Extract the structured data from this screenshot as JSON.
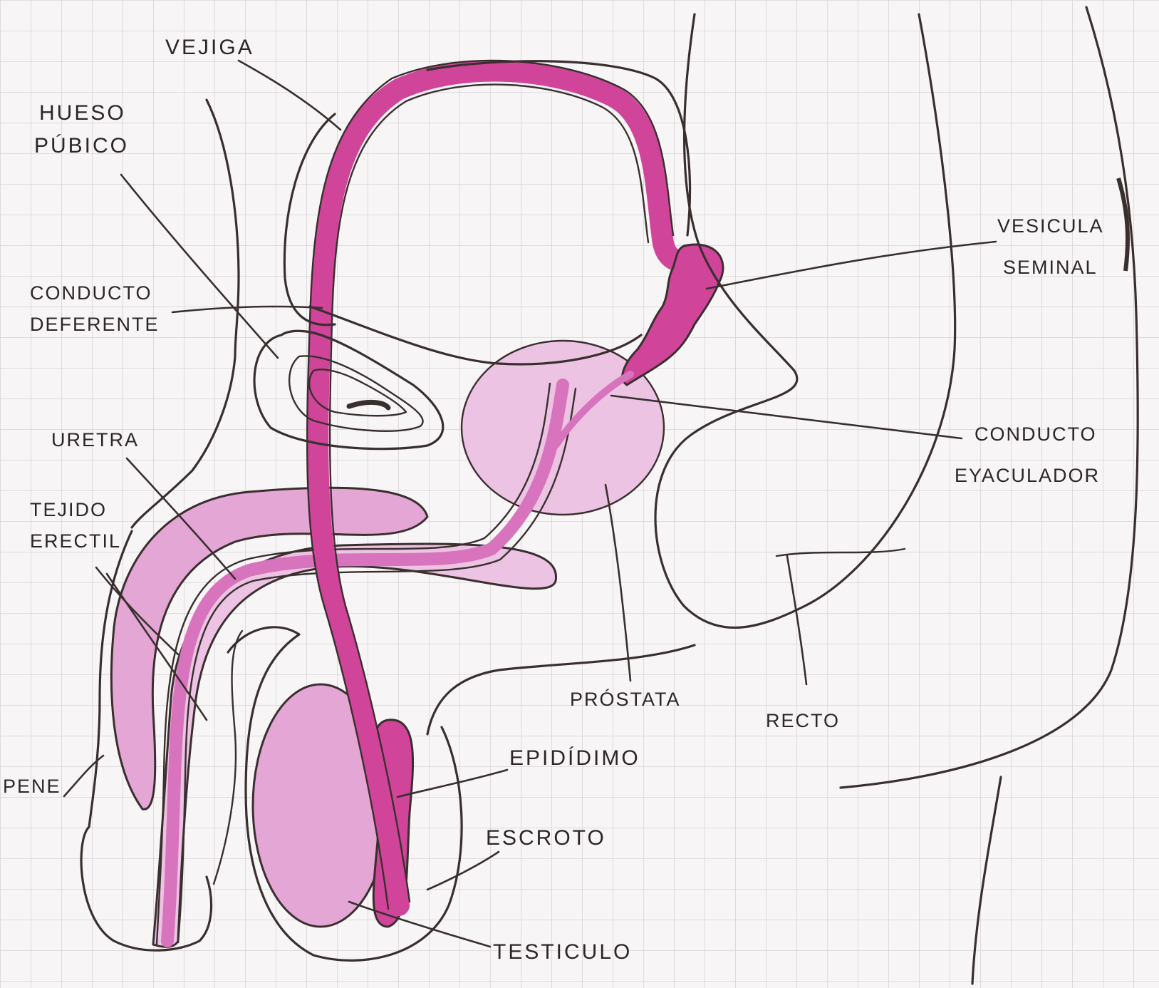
{
  "colors": {
    "paper": "#f7f5f6",
    "grid": "#d9d4d7",
    "ink": "#3a2f2f",
    "magenta": "#d0449a",
    "light_pink": "#e4a6d4",
    "pale_pink": "#ecc3e2"
  },
  "labels": {
    "vejiga": "VEJIGA",
    "hueso_1": "HUESO",
    "hueso_2": "PÚBICO",
    "conducto_deferente_1": "CONDUCTO",
    "conducto_deferente_2": "DEFERENTE",
    "vesicula_1": "VESICULA",
    "vesicula_2": "SEMINAL",
    "uretra": "URETRA",
    "tejido_1": "TEJIDO",
    "tejido_2": "ERECTIL",
    "conducto_eyac_1": "CONDUCTO",
    "conducto_eyac_2": "EYACULADOR",
    "pene": "PENE",
    "prostata": "PRÓSTATA",
    "recto": "RECTO",
    "epididimo": "EPIDÍDIMO",
    "escroto": "ESCROTO",
    "testiculo": "TESTICULO"
  }
}
